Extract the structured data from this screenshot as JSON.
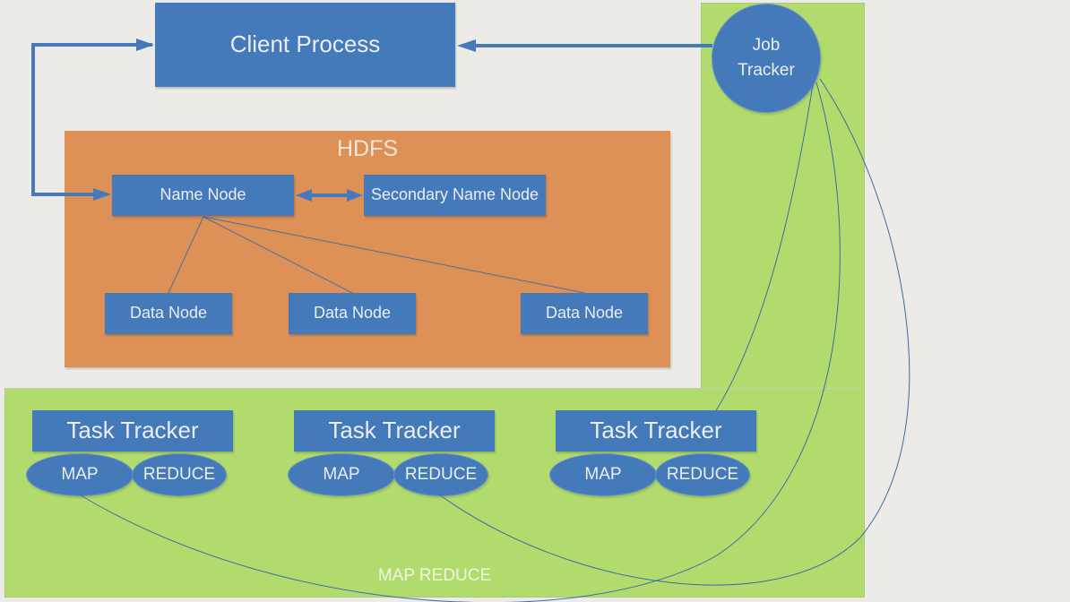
{
  "diagram": {
    "client_process": "Client Process",
    "job_tracker": {
      "line1": "Job",
      "line2": "Tracker"
    },
    "hdfs": {
      "title": "HDFS",
      "name_node": "Name Node",
      "secondary_name_node": "Secondary Name Node",
      "data_nodes": [
        "Data Node",
        "Data Node",
        "Data Node"
      ]
    },
    "map_reduce": {
      "label": "MAP REDUCE",
      "task_trackers": [
        {
          "label": "Task Tracker",
          "map": "MAP",
          "reduce": "REDUCE"
        },
        {
          "label": "Task Tracker",
          "map": "MAP",
          "reduce": "REDUCE"
        },
        {
          "label": "Task Tracker",
          "map": "MAP",
          "reduce": "REDUCE"
        }
      ]
    },
    "colors": {
      "node_blue": "#4479ba",
      "hdfs_orange": "#dd9157",
      "mapreduce_green": "#b1dc6d",
      "background": "#ecebe8"
    }
  }
}
